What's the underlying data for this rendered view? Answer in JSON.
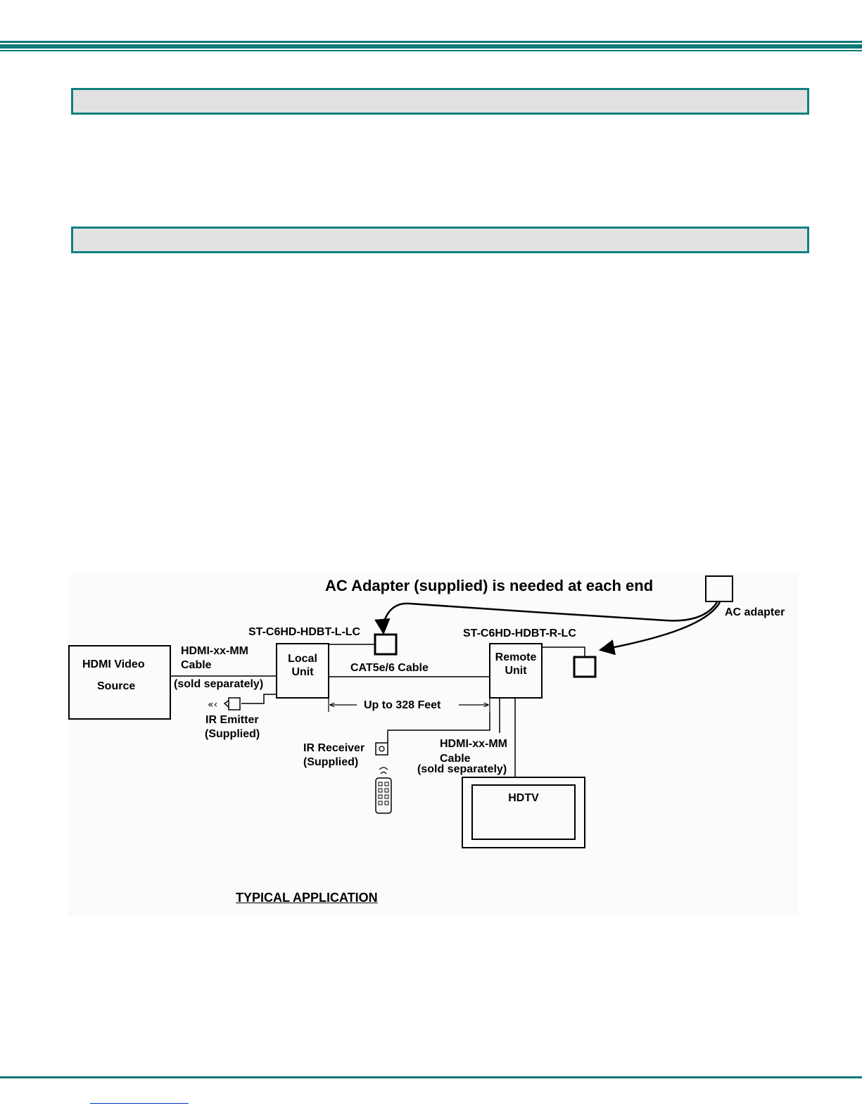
{
  "sections": [
    {
      "title": ""
    },
    {
      "title": ""
    }
  ],
  "diagram": {
    "header": "AC Adapter (supplied) is needed at each end",
    "ac_adapter": "AC adapter",
    "local_model": "ST-C6HD-HDBT-L-LC",
    "remote_model": "ST-C6HD-HDBT-R-LC",
    "source_line1": "HDMI Video",
    "source_line2": "Source",
    "cable_in_line1": "HDMI-xx-MM",
    "cable_in_line2": "Cable",
    "cable_in_line3": "(sold separately)",
    "local_line1": "Local",
    "local_line2": "Unit",
    "remote_line1": "Remote",
    "remote_line2": "Unit",
    "cat_cable": "CAT5e/6 Cable",
    "distance": "Up to 328 Feet",
    "ir_emitter_line1": "IR Emitter",
    "ir_emitter_line2": "(Supplied)",
    "ir_receiver_line1": "IR Receiver",
    "ir_receiver_line2": "(Supplied)",
    "cable_out_line1": "HDMI-xx-MM",
    "cable_out_line2": "Cable",
    "cable_out_line3": "(sold separately)",
    "hdtv": "HDTV",
    "caption": "TYPICAL APPLICATION"
  }
}
